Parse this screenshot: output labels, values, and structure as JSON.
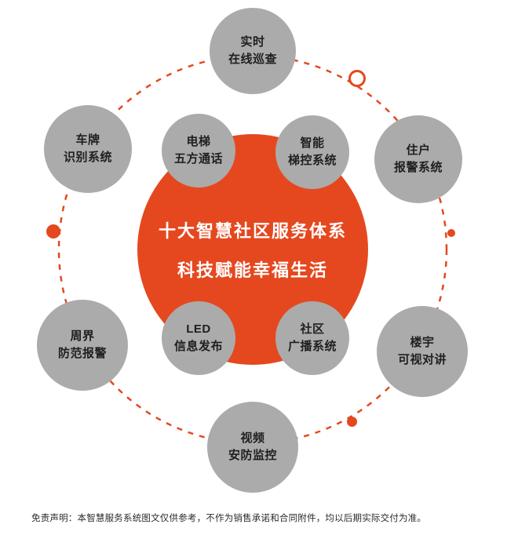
{
  "colors": {
    "accent": "#E5481F",
    "node-gray": "#ABABAB",
    "text-dark": "#1F1F1F",
    "background": "#FFFFFF"
  },
  "center": {
    "line1": "十大智慧社区服务体系",
    "line2": "科技赋能幸福生活"
  },
  "outer_nodes": [
    {
      "id": "realtime-online-inspection",
      "label": "实时\n在线巡查"
    },
    {
      "id": "license-plate-recognition",
      "label": "车牌\n识别系统"
    },
    {
      "id": "resident-alarm-system",
      "label": "住户\n报警系统"
    },
    {
      "id": "perimeter-prevention-alarm",
      "label": "周界\n防范报警"
    },
    {
      "id": "building-video-intercom",
      "label": "楼宇\n可视对讲"
    },
    {
      "id": "video-security-monitoring",
      "label": "视频\n安防监控"
    }
  ],
  "inner_nodes": [
    {
      "id": "elevator-five-party-call",
      "label": "电梯\n五方通话"
    },
    {
      "id": "smart-elevator-control",
      "label": "智能\n梯控系统"
    },
    {
      "id": "led-info-publishing",
      "label": "LED\n信息发布"
    },
    {
      "id": "community-broadcast-system",
      "label": "社区\n广播系统"
    }
  ],
  "disclaimer": "免责声明：本智慧服务系统图文仅供参考，不作为销售承诺和合同附件，均以后期实际交付为准。"
}
